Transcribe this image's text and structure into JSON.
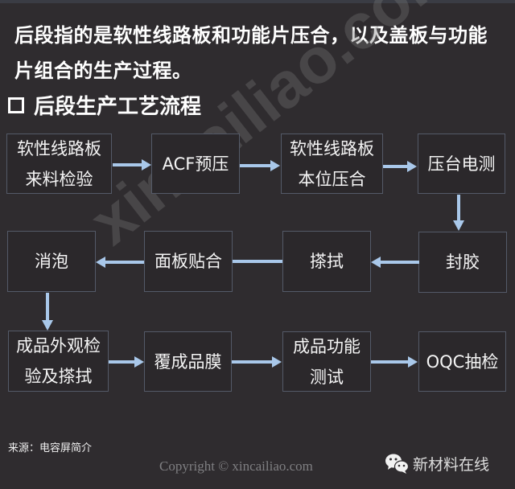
{
  "intro": {
    "text": "后段指的是软性线路板和功能片压合，以及盖板与功能片组合的生产过程。"
  },
  "section": {
    "bullet_icon": "hollow-square",
    "title": "后段生产工艺流程"
  },
  "flow": {
    "steps": [
      {
        "id": 1,
        "label": "软性线路板来料检验"
      },
      {
        "id": 2,
        "label": "ACF预压"
      },
      {
        "id": 3,
        "label": "软性线路板本位压合"
      },
      {
        "id": 4,
        "label": "压台电测"
      },
      {
        "id": 5,
        "label": "封胶"
      },
      {
        "id": 6,
        "label": "搽拭"
      },
      {
        "id": 7,
        "label": "面板贴合"
      },
      {
        "id": 8,
        "label": "消泡"
      },
      {
        "id": 9,
        "label": "成品外观检验及搽拭"
      },
      {
        "id": 10,
        "label": "覆成品膜"
      },
      {
        "id": 11,
        "label": "成品功能测试"
      },
      {
        "id": 12,
        "label": "OQC抽检"
      }
    ],
    "edges": [
      [
        1,
        2
      ],
      [
        2,
        3
      ],
      [
        3,
        4
      ],
      [
        4,
        5
      ],
      [
        5,
        6
      ],
      [
        6,
        7
      ],
      [
        7,
        8
      ],
      [
        8,
        9
      ],
      [
        9,
        10
      ],
      [
        10,
        11
      ],
      [
        11,
        12
      ]
    ],
    "arrow_color": "#a9c8ea",
    "box_border_color": "#545a68"
  },
  "watermark": {
    "text": "xincailiao.com"
  },
  "footer": {
    "source": "来源：电容屏简介",
    "copyright": "Copyright © xincailiao.com",
    "brand_icon": "wechat-icon",
    "brand_name": "新材料在线"
  }
}
